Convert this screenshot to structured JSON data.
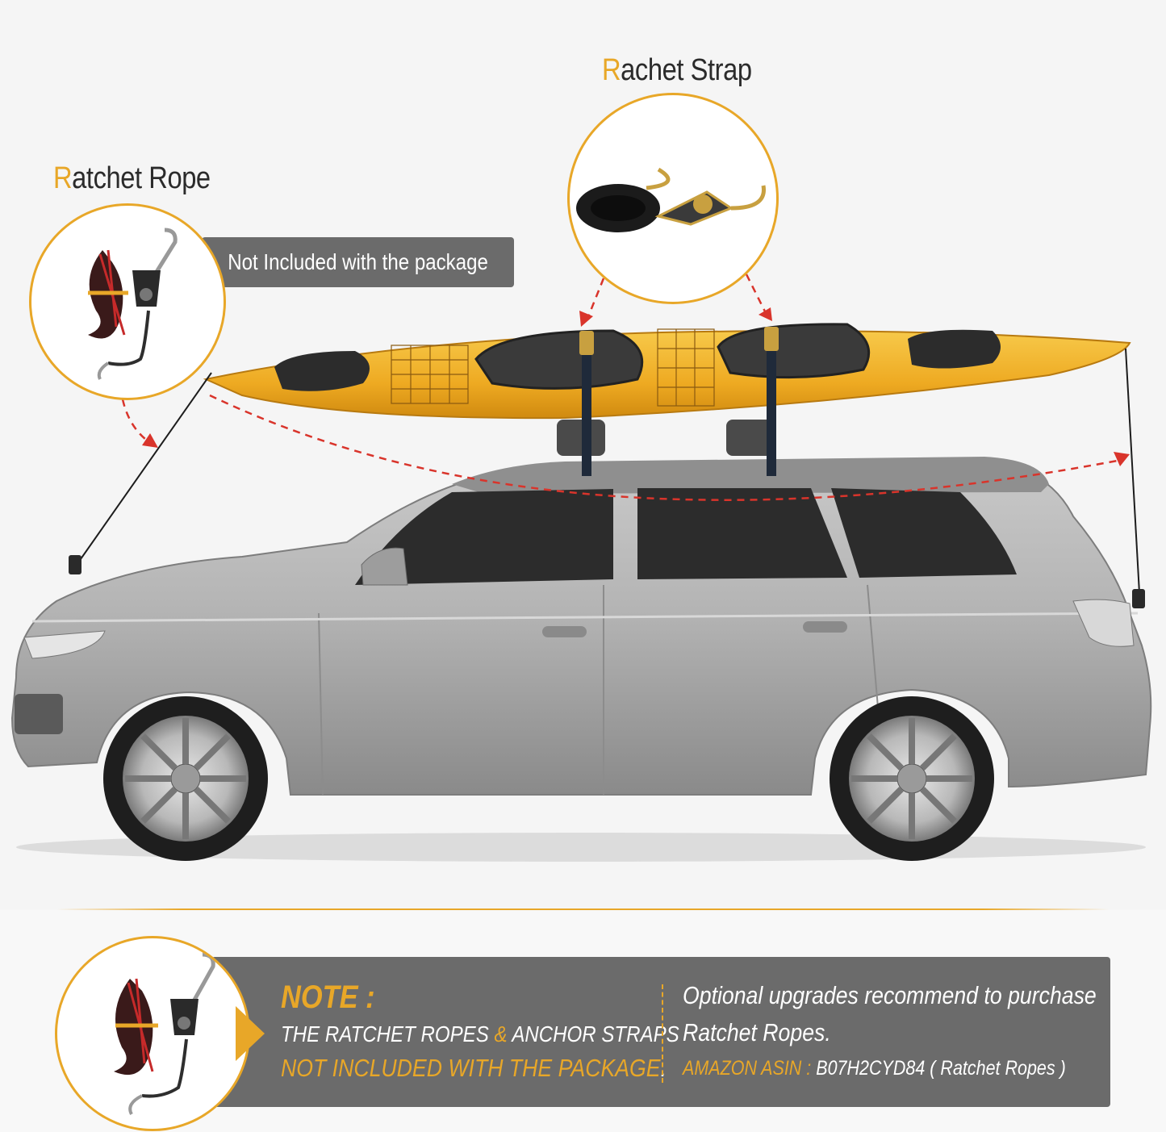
{
  "labels": {
    "ratchet_rope_first": "R",
    "ratchet_rope_rest": "atchet Rope",
    "rachet_strap_first": "R",
    "rachet_strap_rest": "achet Strap"
  },
  "callout": {
    "not_included": "Not Included with the package"
  },
  "note": {
    "heading": "NOTE :",
    "line1_a": "THE RATCHET ROPES ",
    "line1_amp": "&",
    "line1_b": " ANCHOR STRAPS",
    "line2": "NOT INCLUDED WITH THE PACKAGE",
    "line2_dot": "."
  },
  "optional": {
    "line1": "Optional upgrades recommend to purchase",
    "line2": "Ratchet Ropes.",
    "asin_label": "AMAZON ASIN :",
    "asin_value": " B07H2CYD84   ( Ratchet Ropes )"
  },
  "colors": {
    "accent": "#e8a728",
    "panel": "#6b6b6b",
    "arrow": "#d9342b",
    "kayak": "#f3b72e",
    "car_body": "#a9a9a9"
  }
}
